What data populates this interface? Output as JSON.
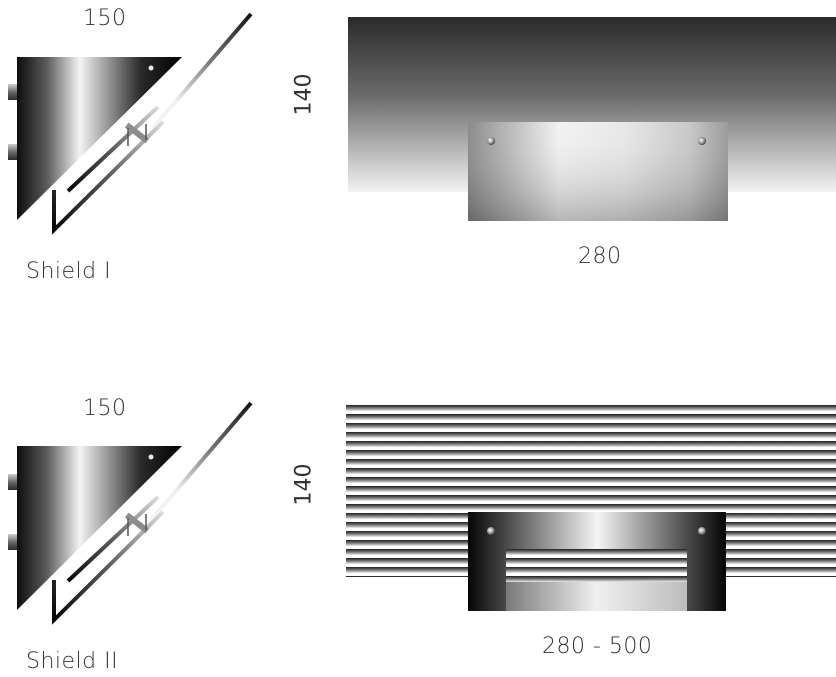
{
  "products": [
    {
      "name": "Shield I",
      "side_width": "150",
      "height": "140",
      "front_width": "280"
    },
    {
      "name": "Shield II",
      "side_width": "150",
      "height": "140",
      "front_width": "280 - 500"
    }
  ]
}
